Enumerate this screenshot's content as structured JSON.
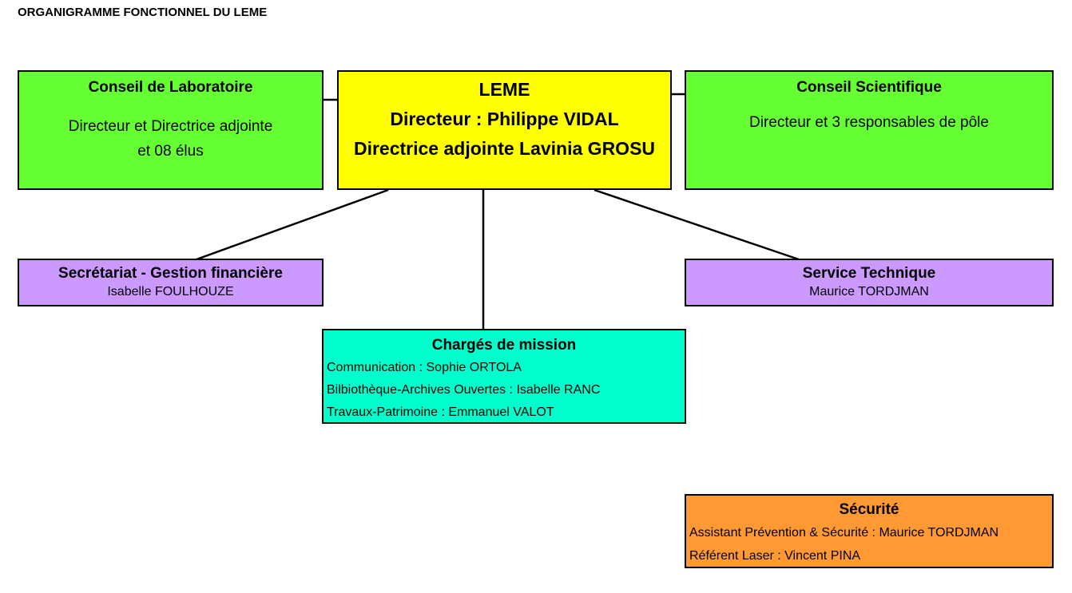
{
  "title": "ORGANIGRAMME FONCTIONNEL DU LEME",
  "colors": {
    "conseil": "#66ff33",
    "direction": "#ffff00",
    "services": "#cc99ff",
    "missions": "#00ffcc",
    "securite": "#ff9933"
  },
  "conseil_laboratoire": {
    "heading": "Conseil de Laboratoire",
    "lines": [
      "Directeur et Directrice adjointe",
      "et 08 élus"
    ]
  },
  "direction": {
    "lines": [
      "LEME",
      "Directeur : Philippe VIDAL",
      "Directrice adjointe Lavinia GROSU"
    ]
  },
  "conseil_scientifique": {
    "heading": "Conseil Scientifique",
    "lines": [
      "Directeur et 3 responsables de pôle"
    ]
  },
  "secretariat": {
    "heading": "Secrétariat - Gestion financière",
    "person": "Isabelle FOULHOUZE"
  },
  "service_technique": {
    "heading": "Service Technique",
    "person": "Maurice TORDJMAN"
  },
  "charges_mission": {
    "heading": "Chargés de mission",
    "rows": [
      "Communication : Sophie ORTOLA",
      "Bilbiothèque-Archives Ouvertes : Isabelle RANC",
      "Travaux-Patrimoine : Emmanuel VALOT"
    ]
  },
  "securite": {
    "heading": "Sécurité",
    "rows": [
      "Assistant Prévention & Sécurité : Maurice TORDJMAN",
      "Référent Laser : Vincent PINA"
    ]
  }
}
